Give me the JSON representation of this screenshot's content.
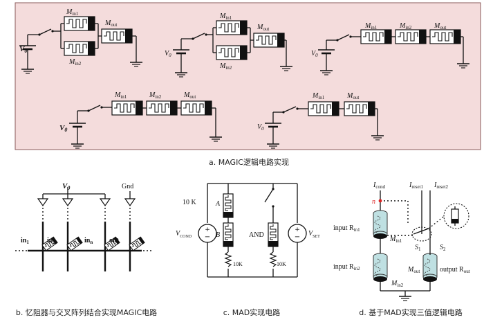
{
  "captions": {
    "a": "a. MAGIC逻辑电路实现",
    "b": "b. 忆阻器与交叉阵列结合实现MAGIC电路",
    "c": "c. MAD实现电路",
    "d": "d. 基于MAD实现三值逻辑电路"
  },
  "labels": {
    "v0": "V",
    "v0_sub": "0",
    "m": "M",
    "in1": "in1",
    "in2": "in2",
    "out": "out",
    "gnd": "Gnd",
    "b_in1": "in",
    "b_in1_sub": "1",
    "b_in2": "in",
    "b_in2_sub": "2",
    "b_inn": "in",
    "b_inn_sub": "n",
    "b_out": "out",
    "r10k": "10 K",
    "k10": "10K",
    "A": "A",
    "B": "B",
    "and": "AND",
    "vcond_v": "V",
    "vcond_sub": "COND",
    "vset_v": "V",
    "vset_sub": "SET",
    "icond": "I",
    "icond_sub": "cond",
    "ireset1": "I",
    "ireset1_sub": "reset1",
    "ireset2": "I",
    "ireset2_sub": "reset2",
    "n": "n",
    "input_rin1": "input R",
    "input_rin2": "input R",
    "output_rout": "output R",
    "s1": "S",
    "s1_sub": "1",
    "s2": "S",
    "s2_sub": "2"
  }
}
